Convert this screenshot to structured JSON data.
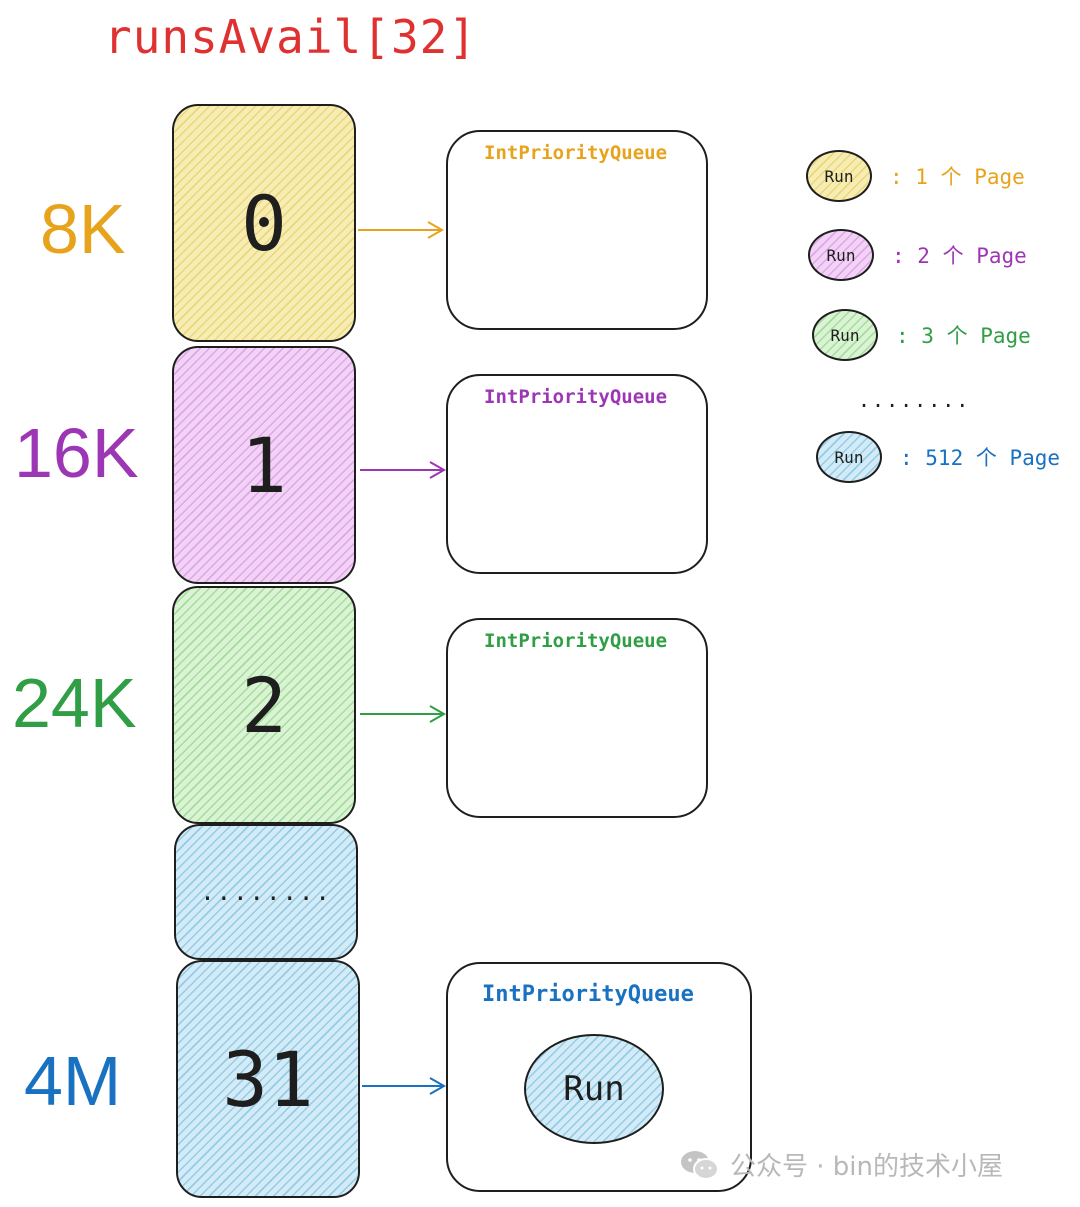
{
  "title": "runsAvail[32]",
  "colors": {
    "yellow": "#e8a31c",
    "purple": "#9c36b5",
    "green": "#2f9e44",
    "blue": "#1971c2",
    "red": "#e03131",
    "yellow_fill": "#f5e9a6",
    "purple_fill": "#eec6f2",
    "green_fill": "#cdefc8",
    "blue_fill": "#bfe2f2"
  },
  "rows": [
    {
      "size": "8K",
      "index": "0",
      "queue_title": "IntPriorityQueue"
    },
    {
      "size": "16K",
      "index": "1",
      "queue_title": "IntPriorityQueue"
    },
    {
      "size": "24K",
      "index": "2",
      "queue_title": "IntPriorityQueue"
    },
    {
      "index": "........"
    },
    {
      "size": "4M",
      "index": "31",
      "queue_title": "IntPriorityQueue",
      "run_label": "Run"
    }
  ],
  "legend": {
    "items": [
      {
        "run_label": "Run",
        "text": ": 1 个 Page"
      },
      {
        "run_label": "Run",
        "text": ": 2 个 Page"
      },
      {
        "run_label": "Run",
        "text": ": 3 个 Page"
      },
      {
        "run_label": "Run",
        "text": ": 512 个 Page"
      }
    ],
    "ellipsis": "........"
  },
  "watermark": "公众号 · bin的技术小屋"
}
